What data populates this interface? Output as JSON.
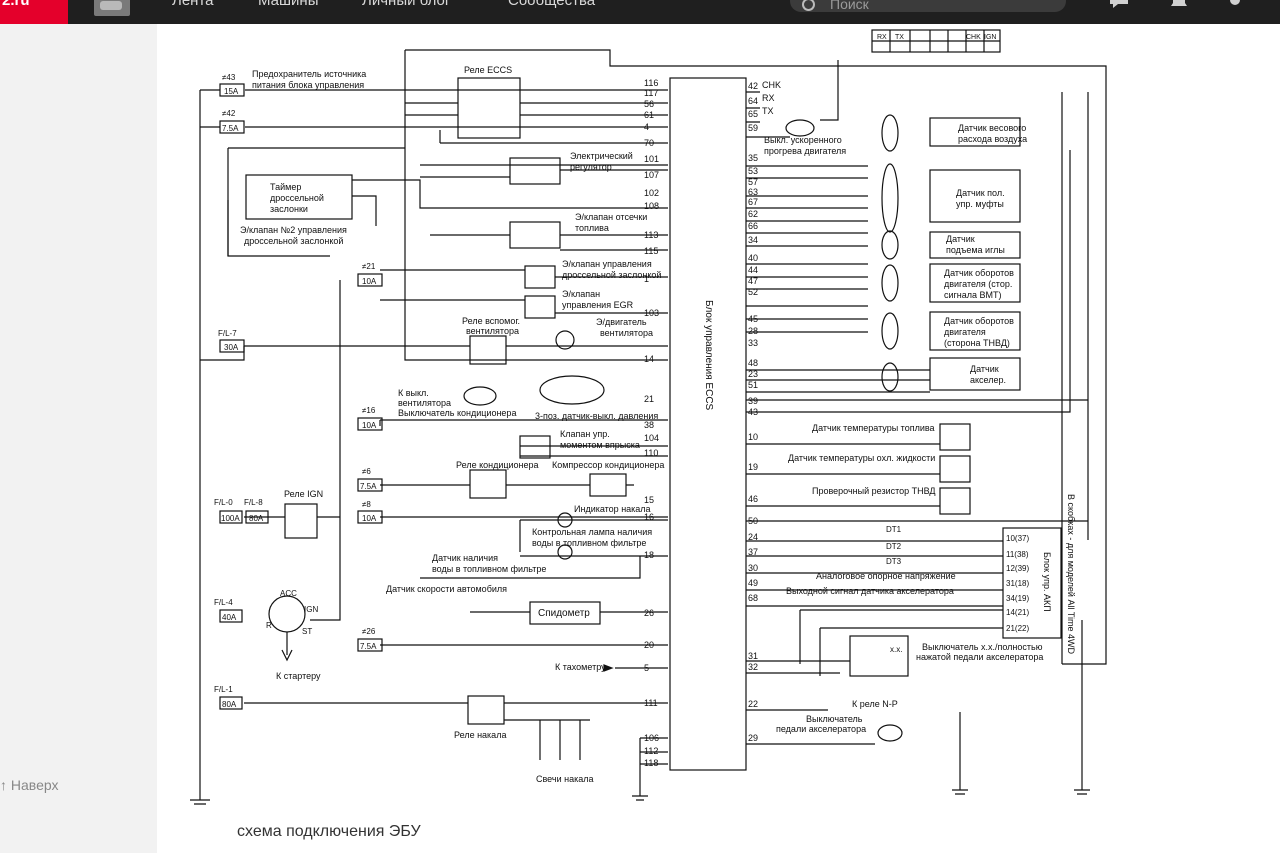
{
  "topbar": {
    "logo": "2.ru",
    "nav": [
      "Лента",
      "Машины",
      "Личный блог",
      "Сообщества"
    ],
    "search_placeholder": "Поиск"
  },
  "sidebar": {
    "up_label": "↑ Наверх"
  },
  "caption": "схема подключения ЭБУ",
  "diagram": {
    "ecu_label": "Блок управления ECCS",
    "ecu_left_pins": [
      "116",
      "117",
      "56",
      "61",
      "4",
      "70",
      "101",
      "107",
      "102",
      "108",
      "113",
      "115",
      "1",
      "103",
      "14",
      "21",
      "38",
      "104",
      "110",
      "15",
      "16",
      "18",
      "26",
      "20",
      "5",
      "111",
      "106",
      "112",
      "118"
    ],
    "ecu_right_pins": [
      "42",
      "64",
      "65",
      "59",
      "35",
      "53",
      "57",
      "63",
      "67",
      "62",
      "66",
      "34",
      "40",
      "44",
      "47",
      "52",
      "45",
      "28",
      "33",
      "48",
      "23",
      "51",
      "39",
      "43",
      "10",
      "19",
      "46",
      "50",
      "24",
      "37",
      "30",
      "49",
      "68",
      "31",
      "32",
      "22",
      "29"
    ],
    "diag_pins": [
      "CHK",
      "RX",
      "TX"
    ],
    "diag_connector": [
      "RX",
      "TX",
      "CHK",
      "IGN"
    ],
    "fuses": [
      {
        "id": "≠43",
        "val": "15A"
      },
      {
        "id": "≠42",
        "val": "7.5A"
      },
      {
        "id": "≠21",
        "val": "10A"
      },
      {
        "id": "F/L-7",
        "val": "30A"
      },
      {
        "id": "≠16",
        "val": "10A"
      },
      {
        "id": "≠6",
        "val": "7.5A"
      },
      {
        "id": "≠8",
        "val": "10A"
      },
      {
        "id": "F/L-0",
        "val": "100A"
      },
      {
        "id": "F/L-8",
        "val": "80A"
      },
      {
        "id": "F/L-4",
        "val": "40A"
      },
      {
        "id": "≠26",
        "val": "7.5A"
      },
      {
        "id": "F/L-1",
        "val": "80A"
      }
    ],
    "left_labels": [
      "Предохранитель источника",
      "питания блока управления",
      "Реле ECCS",
      "Таймер",
      "дроссельной",
      "заслонки",
      "Э/клапан №2 управления",
      "дроссельной заслонкой",
      "Электрический",
      "регулятор",
      "Э/клапан отсечки",
      "топлива",
      "Э/клапан управления",
      "дроссельной заслонкой",
      "Э/клапан",
      "управления EGR",
      "Реле вспомог.",
      "вентилятора",
      "Э/двигатель",
      "вентилятора",
      "К выкл.",
      "вентилятора",
      "Выключатель кондиционера",
      "3-поз. датчик-выкл. давления",
      "Клапан упр.",
      "моментом впрыска",
      "Реле кондиционера",
      "Компрессор кондиционера",
      "Реле IGN",
      "Индикатор накала",
      "Контрольная лампа наличия",
      "воды в топливном фильтре",
      "Датчик наличия",
      "воды в топливном фильтре",
      "Датчик скорости автомобиля",
      "Спидометр",
      "К стартеру",
      "К тахометру",
      "Реле накала",
      "Свечи накала"
    ],
    "ign_positions": [
      "ACC",
      "IGN",
      "R",
      "ST"
    ],
    "right_labels": [
      "Выкл. ускоренного",
      "прогрева двигателя",
      "Датчик весового",
      "расхода воздуха",
      "Датчик пол.",
      "упр. муфты",
      "Датчик",
      "подъема иглы",
      "Датчик оборотов",
      "двигателя (стор.",
      "сигнала ВМТ)",
      "Датчик оборотов",
      "двигателя",
      "(сторона ТНВД)",
      "Датчик",
      "акселер.",
      "Датчик температуры топлива",
      "Датчик температуры охл. жидкости",
      "Проверочный резистор ТНВД",
      "DT1",
      "DT2",
      "DT3",
      "Аналоговое опорное напряжение",
      "Выходной сигнал датчика акселератора",
      "Выключатель х.х./полностью",
      "нажатой педали акселератора",
      "К реле N-P",
      "Выключатель",
      "педали акселератора"
    ],
    "akpp_label": "Блок упр. АКП",
    "akpp_pins": [
      "10(37)",
      "11(38)",
      "12(39)",
      "31(18)",
      "34(19)",
      "14(21)",
      "21(22)"
    ],
    "note_vertical": "В скобках - для моделей All Time 4WD",
    "xx_label": "х.х."
  }
}
